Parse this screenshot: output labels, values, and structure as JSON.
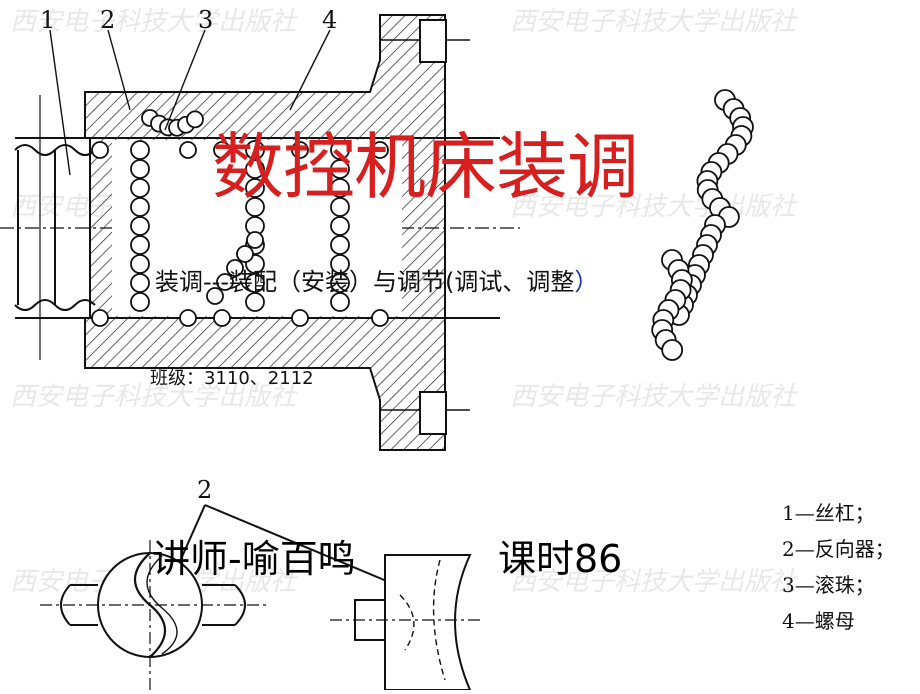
{
  "slide": {
    "title": "数控机床装调",
    "subtitle_main": "装调---装配（安装）与调节(调试、调整",
    "subtitle_close": "）",
    "class_line": "班级：3110、2112",
    "lecturer": "讲师-喻百鸣",
    "hours": "课时86"
  },
  "diagram": {
    "callouts": [
      "1",
      "2",
      "3",
      "4"
    ],
    "lower_callout": "2",
    "legend": [
      "1—丝杠；",
      "2—反向器；",
      "3—滚珠；",
      "4—螺母"
    ]
  },
  "colors": {
    "title": "#d81f1f",
    "paren": "#2233aa",
    "line": "#111111",
    "watermark": "#e6e6e6"
  }
}
